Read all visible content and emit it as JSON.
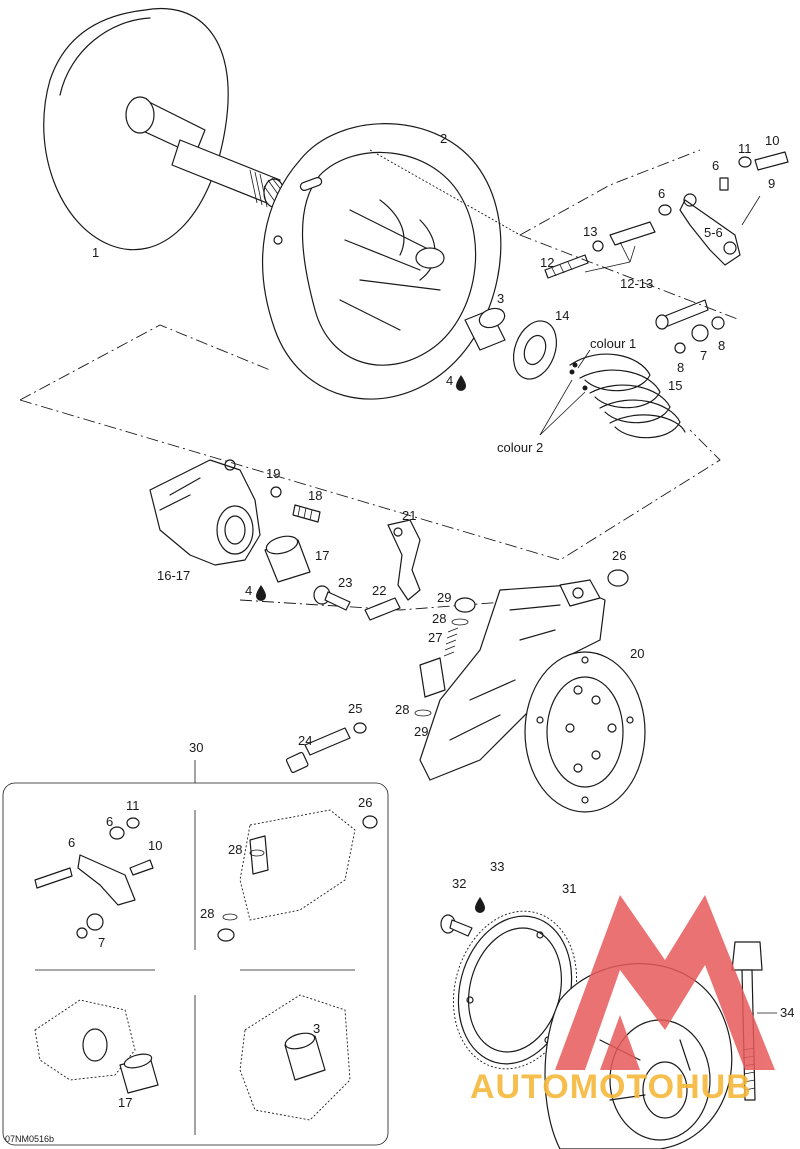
{
  "labels": {
    "l1": "1",
    "l2": "2",
    "l3": "3",
    "l4a": "4",
    "l4b": "4",
    "l5_6": "5-6",
    "l6a": "6",
    "l6b": "6",
    "l7": "7",
    "l8a": "8",
    "l8b": "8",
    "l9": "9",
    "l10": "10",
    "l11": "11",
    "l12": "12",
    "l13": "13",
    "l12_13": "12-13",
    "l14": "14",
    "l15": "15",
    "l16_17": "16-17",
    "l17": "17",
    "l18": "18",
    "l19": "19",
    "l20": "20",
    "l21": "21",
    "l22": "22",
    "l23": "23",
    "l24": "24",
    "l25": "25",
    "l26": "26",
    "l27": "27",
    "l28a": "28",
    "l28b": "28",
    "l29a": "29",
    "l29b": "29",
    "l30": "30",
    "l31": "31",
    "l32": "32",
    "l33": "33",
    "l34": "34",
    "colour1": "colour 1",
    "colour2": "colour 2"
  },
  "inset_labels": {
    "i11": "11",
    "i6a": "6",
    "i6b": "6",
    "i10": "10",
    "i7": "7",
    "i26": "26",
    "i28a": "28",
    "i28b": "28",
    "i3": "3",
    "i17": "17"
  },
  "figure_code": "07NM0516b",
  "watermark": {
    "text": "AUTOMOTOHUB",
    "color_text": "#f5b83a",
    "color_logo": "#e85a5a"
  },
  "icons": [
    "oil-drop-icon",
    "automotohub-logo"
  ]
}
